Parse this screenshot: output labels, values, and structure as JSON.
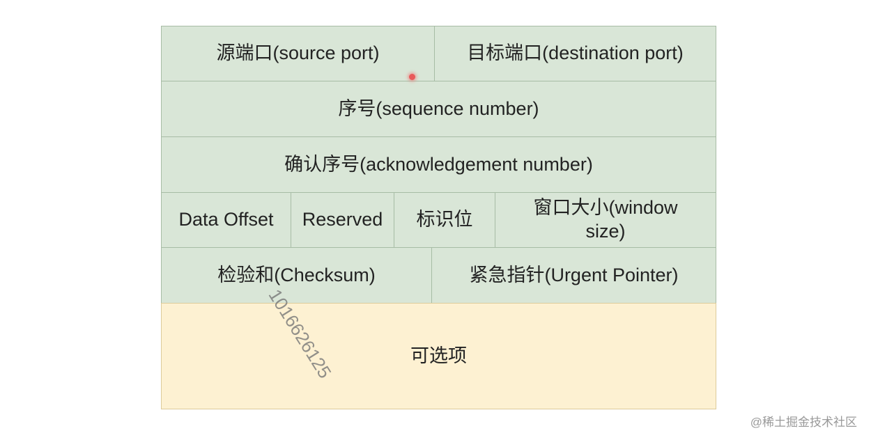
{
  "rows": [
    {
      "cells": [
        "源端口(source port)",
        "目标端口(destination port)"
      ]
    },
    {
      "cells": [
        "序号(sequence number)"
      ]
    },
    {
      "cells": [
        "确认序号(acknowledgement number)"
      ]
    },
    {
      "cells": [
        "Data Offset",
        "Reserved",
        "标识位",
        "窗口大小(window size)"
      ]
    },
    {
      "cells": [
        "检验和(Checksum)",
        "紧急指针(Urgent Pointer)"
      ]
    },
    {
      "cells": [
        "可选项"
      ]
    }
  ],
  "watermark": "1016626125",
  "brand": "@稀土掘金技术社区",
  "colors": {
    "header_fields": "#d9e6d7",
    "options_field": "#fdf1d2"
  }
}
